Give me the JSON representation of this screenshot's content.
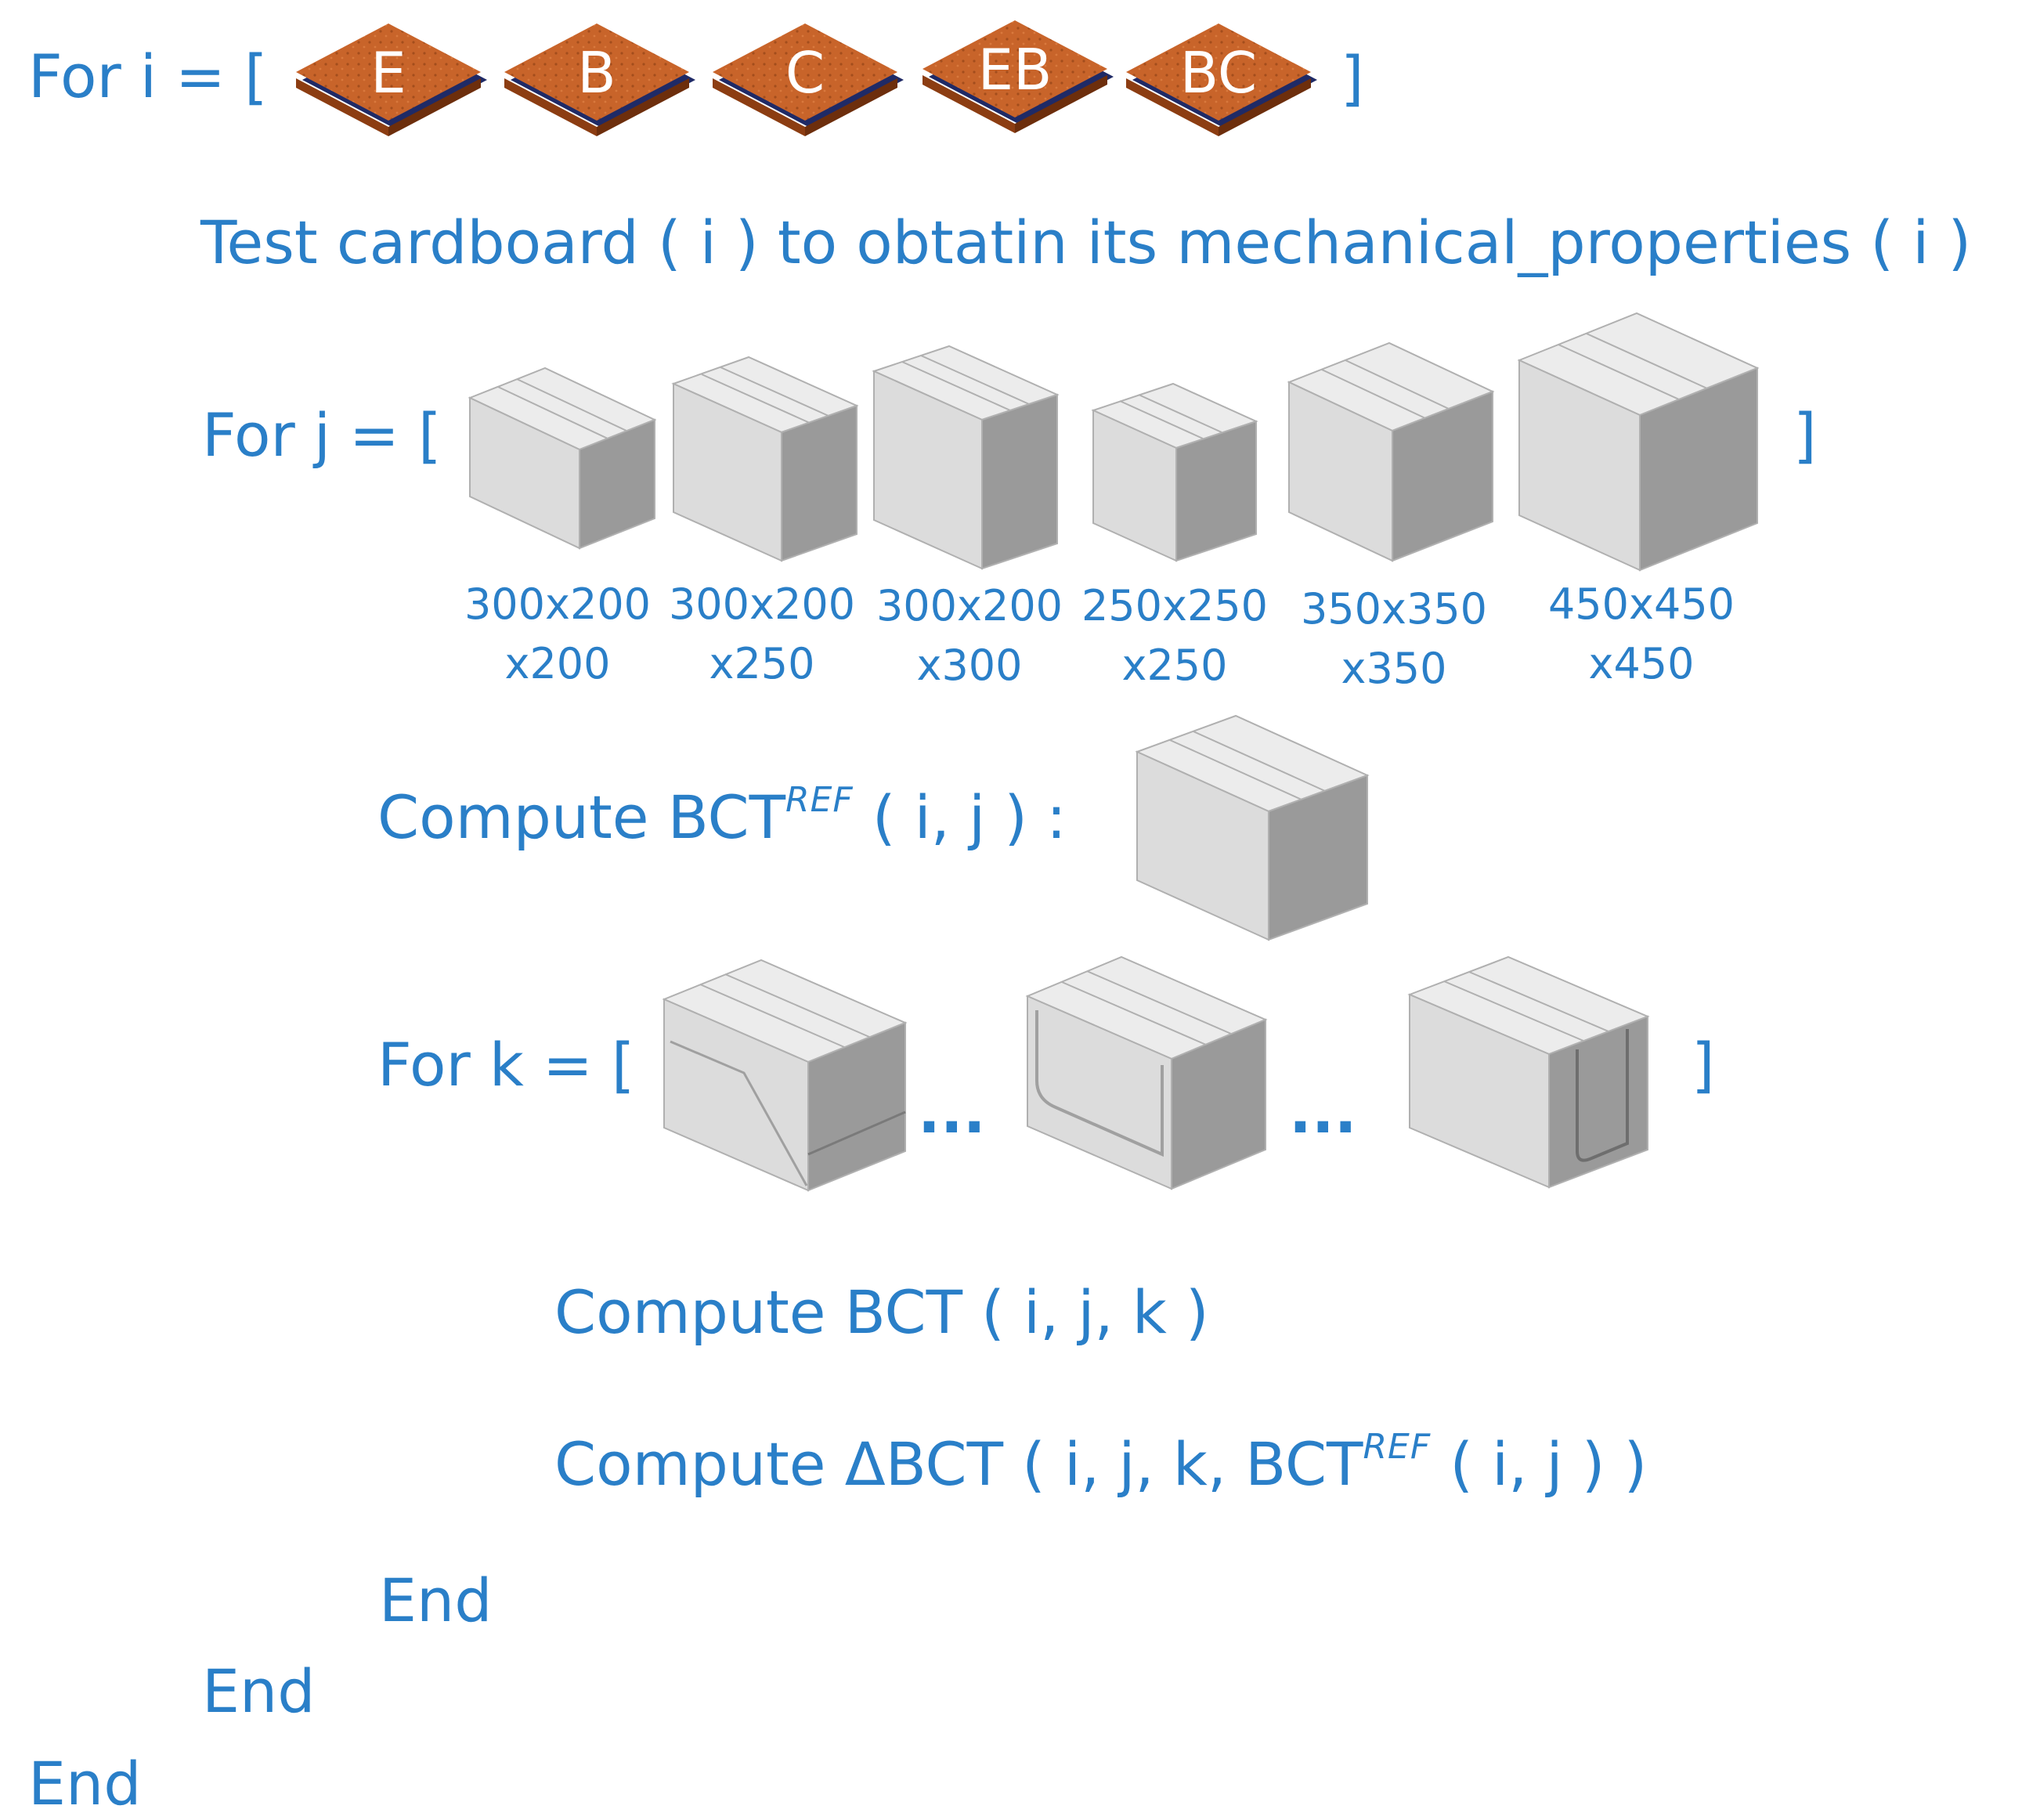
{
  "loop_i": {
    "prefix": "For i = [",
    "suffix": "]",
    "boards": [
      "E",
      "B",
      "C",
      "EB",
      "BC"
    ]
  },
  "step_test": "Test cardboard ( i ) to obtatin its mechanical_properties ( i )",
  "loop_j": {
    "prefix": "For j = [",
    "suffix": "]",
    "sizes": [
      {
        "line1": "300x200",
        "line2": "x200"
      },
      {
        "line1": "300x200",
        "line2": "x250"
      },
      {
        "line1": "300x200",
        "line2": "x300"
      },
      {
        "line1": "250x250",
        "line2": "x250"
      },
      {
        "line1": "350x350",
        "line2": "x350"
      },
      {
        "line1": "450x450",
        "line2": "x450"
      }
    ]
  },
  "step_ref": {
    "text": "Compute BCT",
    "sup": "REF",
    "args": " ( i, j ) :"
  },
  "loop_k": {
    "prefix": "For k = [",
    "suffix": "]",
    "ellipsis": "..."
  },
  "step_bct": "Compute BCT ( i, j, k )",
  "step_delta": {
    "text": "Compute ΔBCT ( i, j, k, BCT",
    "sup": "REF",
    "args": " ( i, j ) )"
  },
  "end_labels": [
    "End",
    "End",
    "End"
  ],
  "colors": {
    "text": "#2a7fc8",
    "board": "#c8642a",
    "box_light": "#e6e6e6",
    "box_dark": "#9e9e9e"
  }
}
